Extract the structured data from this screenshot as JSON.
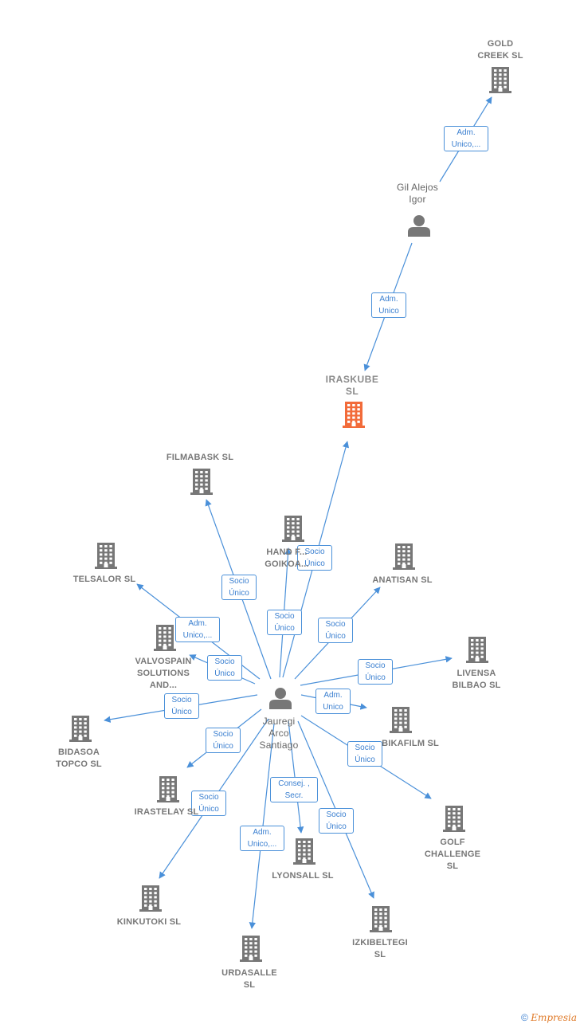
{
  "nodes": [
    {
      "id": "gold-creek",
      "label": "GOLD\nCREEK SL",
      "kind": "company"
    },
    {
      "id": "gil",
      "label": "Gil Alejos\nIgor",
      "kind": "person"
    },
    {
      "id": "iraskube",
      "label": "IRASKUBE\nSL",
      "kind": "focus"
    },
    {
      "id": "filmabask",
      "label": "FILMABASK  SL",
      "kind": "company"
    },
    {
      "id": "hand",
      "label": "HAND F...\nGOIKOA...",
      "kind": "company"
    },
    {
      "id": "telsalor",
      "label": "TELSALOR  SL",
      "kind": "company"
    },
    {
      "id": "anatisan",
      "label": "ANATISAN  SL",
      "kind": "company"
    },
    {
      "id": "valvospain",
      "label": "VALVOSPAIN\nSOLUTIONS\nAND...",
      "kind": "company"
    },
    {
      "id": "livensa",
      "label": "LIVENSA\nBILBAO  SL",
      "kind": "company"
    },
    {
      "id": "jauregi",
      "label": "Jauregi\nArco\nSantiago",
      "kind": "person"
    },
    {
      "id": "bidasoa",
      "label": "BIDASOA\nTOPCO  SL",
      "kind": "company"
    },
    {
      "id": "bikafilm",
      "label": "BIKAFILM  SL",
      "kind": "company"
    },
    {
      "id": "irastelay",
      "label": "IRASTELAY  SL",
      "kind": "company"
    },
    {
      "id": "golf",
      "label": "GOLF\nCHALLENGE\nSL",
      "kind": "company"
    },
    {
      "id": "lyonsall",
      "label": "LYONSALL  SL",
      "kind": "company"
    },
    {
      "id": "kinkutoki",
      "label": "KINKUTOKI  SL",
      "kind": "company"
    },
    {
      "id": "izkibeltegi",
      "label": "IZKIBELTEGI\nSL",
      "kind": "company"
    },
    {
      "id": "urdasalle",
      "label": "URDASALLE\nSL",
      "kind": "company"
    }
  ],
  "edges": [
    {
      "from": "gil",
      "to": "gold-creek",
      "label": "Adm.\nUnico,..."
    },
    {
      "from": "gil",
      "to": "iraskube",
      "label": "Adm.\nUnico"
    },
    {
      "from": "jauregi",
      "to": "iraskube",
      "label": "Socio\nÚnico"
    },
    {
      "from": "jauregi",
      "to": "filmabask",
      "label": "Socio\nÚnico"
    },
    {
      "from": "jauregi",
      "to": "hand",
      "label": "Socio\nÚnico"
    },
    {
      "from": "jauregi",
      "to": "telsalor",
      "label": "Adm.\nUnico,..."
    },
    {
      "from": "jauregi",
      "to": "anatisan",
      "label": "Socio\nÚnico"
    },
    {
      "from": "jauregi",
      "to": "valvospain",
      "label": "Socio\nÚnico"
    },
    {
      "from": "jauregi",
      "to": "livensa",
      "label": "Socio\nÚnico"
    },
    {
      "from": "jauregi",
      "to": "bidasoa",
      "label": "Socio\nÚnico"
    },
    {
      "from": "jauregi",
      "to": "bikafilm",
      "label": "Adm.\nUnico"
    },
    {
      "from": "jauregi",
      "to": "irastelay",
      "label": "Socio\nÚnico"
    },
    {
      "from": "jauregi",
      "to": "golf",
      "label": "Socio\nÚnico"
    },
    {
      "from": "jauregi",
      "to": "lyonsall",
      "label": "Consej. ,\nSecr."
    },
    {
      "from": "jauregi",
      "to": "kinkutoki",
      "label": "Socio\nÚnico"
    },
    {
      "from": "jauregi",
      "to": "izkibeltegi",
      "label": "Socio\nÚnico"
    },
    {
      "from": "jauregi",
      "to": "urdasalle",
      "label": "Adm.\nUnico,..."
    }
  ],
  "colors": {
    "edge": "#4a90d9",
    "company": "#777777",
    "focus": "#f26b3a",
    "person": "#777777"
  },
  "watermark": {
    "symbol": "©",
    "brand": "Empresia"
  }
}
